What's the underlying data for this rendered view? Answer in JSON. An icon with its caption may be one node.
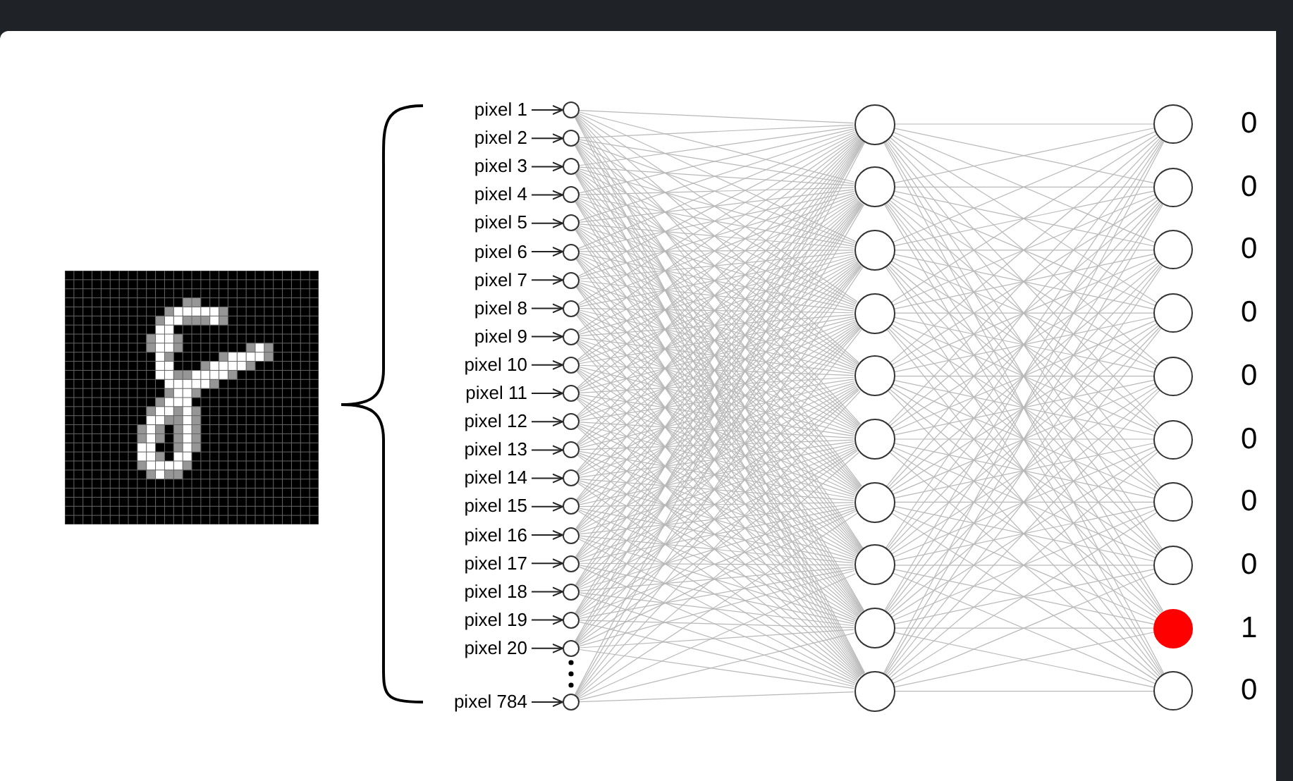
{
  "diagram": {
    "nodes": [
      {
        "text": [
          "pixel 1"
        ]
      },
      {
        "text": [
          "pixel 2"
        ]
      },
      {
        "text": [
          "pixel 3"
        ]
      },
      {
        "text": [
          "pixel 4"
        ]
      },
      {
        "text": [
          "pixel 5"
        ]
      },
      {
        "text": [
          "pixel 6"
        ]
      },
      {
        "text": [
          "pixel 7"
        ]
      },
      {
        "text": [
          "pixel 8"
        ]
      },
      {
        "text": [
          "pixel 9"
        ]
      },
      {
        "text": [
          "pixel 10"
        ]
      },
      {
        "text": [
          "pixel 11"
        ]
      },
      {
        "text": [
          "pixel 12"
        ]
      },
      {
        "text": [
          "pixel 13"
        ]
      },
      {
        "text": [
          "pixel 14"
        ]
      },
      {
        "text": [
          "pixel 15"
        ]
      },
      {
        "text": [
          "pixel 16"
        ]
      },
      {
        "text": [
          "pixel 17"
        ]
      },
      {
        "text": [
          "pixel 18"
        ]
      },
      {
        "text": [
          "pixel 19"
        ]
      },
      {
        "text": [
          "pixel 20"
        ]
      },
      {
        "text": [
          "pixel 784"
        ]
      },
      {
        "text": [],
        "shape": "circle"
      },
      {
        "text": [],
        "shape": "circle"
      },
      {
        "text": [],
        "shape": "circle"
      },
      {
        "text": [],
        "shape": "circle"
      },
      {
        "text": [],
        "shape": "circle"
      },
      {
        "text": [],
        "shape": "circle"
      },
      {
        "text": [],
        "shape": "circle"
      },
      {
        "text": [],
        "shape": "circle"
      },
      {
        "text": [],
        "shape": "circle"
      },
      {
        "text": [],
        "shape": "circle"
      },
      {
        "text": [],
        "shape": "circle"
      },
      {
        "text": [],
        "shape": "circle"
      },
      {
        "text": [],
        "shape": "circle"
      },
      {
        "text": [],
        "shape": "circle"
      },
      {
        "text": [],
        "shape": "circle"
      },
      {
        "text": [],
        "shape": "circle"
      },
      {
        "text": [],
        "shape": "circle"
      },
      {
        "text": [],
        "shape": "circle"
      },
      {
        "text": [],
        "shape": "circle"
      },
      {
        "text": [],
        "shape": "circle"
      },
      {
        "text": [],
        "shape": "circle"
      },
      {
        "text": [],
        "shape": "circle"
      },
      {
        "text": [],
        "shape": "circle"
      },
      {
        "text": [],
        "shape": "circle"
      },
      {
        "text": [],
        "shape": "circle"
      },
      {
        "text": [],
        "shape": "circle"
      },
      {
        "text": [],
        "shape": "circle"
      },
      {
        "text": [],
        "shape": "circle"
      },
      {
        "text": [],
        "shape": "circle"
      },
      {
        "text": [],
        "shape": "circle"
      },
      {
        "text": [],
        "shape": "circle"
      },
      {
        "text": [],
        "shape": "circle",
        "beside": [
          "0"
        ]
      },
      {
        "text": [],
        "shape": "circle",
        "beside": [
          "0"
        ]
      },
      {
        "text": [],
        "shape": "circle",
        "beside": [
          "0"
        ]
      },
      {
        "text": [],
        "shape": "circle",
        "beside": [
          "0"
        ]
      },
      {
        "text": [],
        "shape": "circle",
        "beside": [
          "0"
        ]
      },
      {
        "text": [],
        "shape": "circle",
        "beside": [
          "0"
        ]
      },
      {
        "text": [],
        "shape": "circle",
        "beside": [
          "0"
        ]
      },
      {
        "text": [],
        "shape": "circle",
        "beside": [
          "0"
        ]
      },
      {
        "text": [],
        "shape": "circle",
        "beside": [
          "1"
        ]
      },
      {
        "text": [],
        "shape": "circle",
        "beside": [
          "0"
        ]
      }
    ],
    "edges": [
      {
        "from": 0,
        "to": 21,
        "arrow": "to",
        "color": "#222222"
      },
      {
        "from": 1,
        "to": 22,
        "arrow": "to",
        "color": "#222222"
      },
      {
        "from": 2,
        "to": 23,
        "arrow": "to",
        "color": "#222222"
      },
      {
        "from": 3,
        "to": 24,
        "arrow": "to",
        "color": "#222222"
      },
      {
        "from": 4,
        "to": 25,
        "arrow": "to",
        "color": "#222222"
      },
      {
        "from": 5,
        "to": 26,
        "arrow": "to",
        "color": "#222222"
      },
      {
        "from": 6,
        "to": 27,
        "arrow": "to",
        "color": "#222222"
      },
      {
        "from": 7,
        "to": 28,
        "arrow": "to",
        "color": "#222222"
      },
      {
        "from": 8,
        "to": 29,
        "arrow": "to",
        "color": "#222222"
      },
      {
        "from": 9,
        "to": 30,
        "arrow": "to",
        "color": "#222222"
      },
      {
        "from": 10,
        "to": 31,
        "arrow": "to",
        "color": "#222222"
      },
      {
        "from": 11,
        "to": 32,
        "arrow": "to",
        "color": "#222222"
      },
      {
        "from": 12,
        "to": 33,
        "arrow": "to",
        "color": "#222222"
      },
      {
        "from": 13,
        "to": 34,
        "arrow": "to",
        "color": "#222222"
      },
      {
        "from": 14,
        "to": 35,
        "arrow": "to",
        "color": "#222222"
      },
      {
        "from": 15,
        "to": 36,
        "arrow": "to",
        "color": "#222222"
      },
      {
        "from": 16,
        "to": 37,
        "arrow": "to",
        "color": "#222222"
      },
      {
        "from": 17,
        "to": 38,
        "arrow": "to",
        "color": "#222222"
      },
      {
        "from": 18,
        "to": 39,
        "arrow": "to",
        "color": "#222222"
      },
      {
        "from": 19,
        "to": 40,
        "arrow": "to",
        "color": "#222222"
      },
      {
        "from": 20,
        "to": 41,
        "arrow": "to",
        "color": "#222222"
      },
      {
        "from": 21,
        "to": 42,
        "arrow": "none"
      },
      {
        "from": 21,
        "to": 43,
        "arrow": "none"
      },
      {
        "from": 21,
        "to": 44,
        "arrow": "none"
      },
      {
        "from": 21,
        "to": 45,
        "arrow": "none"
      },
      {
        "from": 21,
        "to": 46,
        "arrow": "none"
      },
      {
        "from": 21,
        "to": 47,
        "arrow": "none"
      },
      {
        "from": 21,
        "to": 48,
        "arrow": "none"
      },
      {
        "from": 21,
        "to": 49,
        "arrow": "none"
      },
      {
        "from": 21,
        "to": 50,
        "arrow": "none"
      },
      {
        "from": 21,
        "to": 51,
        "arrow": "none"
      },
      {
        "from": 22,
        "to": 42,
        "arrow": "none"
      },
      {
        "from": 22,
        "to": 43,
        "arrow": "none"
      },
      {
        "from": 22,
        "to": 44,
        "arrow": "none"
      },
      {
        "from": 22,
        "to": 45,
        "arrow": "none"
      },
      {
        "from": 22,
        "to": 46,
        "arrow": "none"
      },
      {
        "from": 22,
        "to": 47,
        "arrow": "none"
      },
      {
        "from": 22,
        "to": 48,
        "arrow": "none"
      },
      {
        "from": 22,
        "to": 49,
        "arrow": "none"
      },
      {
        "from": 22,
        "to": 50,
        "arrow": "none"
      },
      {
        "from": 22,
        "to": 51,
        "arrow": "none"
      },
      {
        "from": 23,
        "to": 42,
        "arrow": "none"
      },
      {
        "from": 23,
        "to": 43,
        "arrow": "none"
      },
      {
        "from": 23,
        "to": 44,
        "arrow": "none"
      },
      {
        "from": 23,
        "to": 45,
        "arrow": "none"
      },
      {
        "from": 23,
        "to": 46,
        "arrow": "none"
      },
      {
        "from": 23,
        "to": 47,
        "arrow": "none"
      },
      {
        "from": 23,
        "to": 48,
        "arrow": "none"
      },
      {
        "from": 23,
        "to": 49,
        "arrow": "none"
      },
      {
        "from": 23,
        "to": 50,
        "arrow": "none"
      },
      {
        "from": 23,
        "to": 51,
        "arrow": "none"
      },
      {
        "from": 24,
        "to": 42,
        "arrow": "none"
      },
      {
        "from": 24,
        "to": 43,
        "arrow": "none"
      },
      {
        "from": 24,
        "to": 44,
        "arrow": "none"
      },
      {
        "from": 24,
        "to": 45,
        "arrow": "none"
      },
      {
        "from": 24,
        "to": 46,
        "arrow": "none"
      },
      {
        "from": 24,
        "to": 47,
        "arrow": "none"
      },
      {
        "from": 24,
        "to": 48,
        "arrow": "none"
      },
      {
        "from": 24,
        "to": 49,
        "arrow": "none"
      },
      {
        "from": 24,
        "to": 50,
        "arrow": "none"
      },
      {
        "from": 24,
        "to": 51,
        "arrow": "none"
      },
      {
        "from": 25,
        "to": 42,
        "arrow": "none"
      },
      {
        "from": 25,
        "to": 43,
        "arrow": "none"
      },
      {
        "from": 25,
        "to": 44,
        "arrow": "none"
      },
      {
        "from": 25,
        "to": 45,
        "arrow": "none"
      },
      {
        "from": 25,
        "to": 46,
        "arrow": "none"
      },
      {
        "from": 25,
        "to": 47,
        "arrow": "none"
      },
      {
        "from": 25,
        "to": 48,
        "arrow": "none"
      },
      {
        "from": 25,
        "to": 49,
        "arrow": "none"
      },
      {
        "from": 25,
        "to": 50,
        "arrow": "none"
      },
      {
        "from": 25,
        "to": 51,
        "arrow": "none"
      },
      {
        "from": 26,
        "to": 42,
        "arrow": "none"
      },
      {
        "from": 26,
        "to": 43,
        "arrow": "none"
      },
      {
        "from": 26,
        "to": 44,
        "arrow": "none"
      },
      {
        "from": 26,
        "to": 45,
        "arrow": "none"
      },
      {
        "from": 26,
        "to": 46,
        "arrow": "none"
      },
      {
        "from": 26,
        "to": 47,
        "arrow": "none"
      },
      {
        "from": 26,
        "to": 48,
        "arrow": "none"
      },
      {
        "from": 26,
        "to": 49,
        "arrow": "none"
      },
      {
        "from": 26,
        "to": 50,
        "arrow": "none"
      },
      {
        "from": 26,
        "to": 51,
        "arrow": "none"
      },
      {
        "from": 27,
        "to": 42,
        "arrow": "none"
      },
      {
        "from": 27,
        "to": 43,
        "arrow": "none"
      },
      {
        "from": 27,
        "to": 44,
        "arrow": "none"
      },
      {
        "from": 27,
        "to": 45,
        "arrow": "none"
      },
      {
        "from": 27,
        "to": 46,
        "arrow": "none"
      },
      {
        "from": 27,
        "to": 47,
        "arrow": "none"
      },
      {
        "from": 27,
        "to": 48,
        "arrow": "none"
      },
      {
        "from": 27,
        "to": 49,
        "arrow": "none"
      },
      {
        "from": 27,
        "to": 50,
        "arrow": "none"
      },
      {
        "from": 27,
        "to": 51,
        "arrow": "none"
      },
      {
        "from": 28,
        "to": 42,
        "arrow": "none"
      },
      {
        "from": 28,
        "to": 43,
        "arrow": "none"
      },
      {
        "from": 28,
        "to": 44,
        "arrow": "none"
      },
      {
        "from": 28,
        "to": 45,
        "arrow": "none"
      },
      {
        "from": 28,
        "to": 46,
        "arrow": "none"
      },
      {
        "from": 28,
        "to": 47,
        "arrow": "none"
      },
      {
        "from": 28,
        "to": 48,
        "arrow": "none"
      },
      {
        "from": 28,
        "to": 49,
        "arrow": "none"
      },
      {
        "from": 28,
        "to": 50,
        "arrow": "none"
      },
      {
        "from": 28,
        "to": 51,
        "arrow": "none"
      },
      {
        "from": 29,
        "to": 42,
        "arrow": "none"
      },
      {
        "from": 29,
        "to": 43,
        "arrow": "none"
      },
      {
        "from": 29,
        "to": 44,
        "arrow": "none"
      },
      {
        "from": 29,
        "to": 45,
        "arrow": "none"
      },
      {
        "from": 29,
        "to": 46,
        "arrow": "none"
      },
      {
        "from": 29,
        "to": 47,
        "arrow": "none"
      },
      {
        "from": 29,
        "to": 48,
        "arrow": "none"
      },
      {
        "from": 29,
        "to": 49,
        "arrow": "none"
      },
      {
        "from": 29,
        "to": 50,
        "arrow": "none"
      },
      {
        "from": 29,
        "to": 51,
        "arrow": "none"
      },
      {
        "from": 30,
        "to": 42,
        "arrow": "none"
      },
      {
        "from": 30,
        "to": 43,
        "arrow": "none"
      },
      {
        "from": 30,
        "to": 44,
        "arrow": "none"
      },
      {
        "from": 30,
        "to": 45,
        "arrow": "none"
      },
      {
        "from": 30,
        "to": 46,
        "arrow": "none"
      },
      {
        "from": 30,
        "to": 47,
        "arrow": "none"
      },
      {
        "from": 30,
        "to": 48,
        "arrow": "none"
      },
      {
        "from": 30,
        "to": 49,
        "arrow": "none"
      },
      {
        "from": 30,
        "to": 50,
        "arrow": "none"
      },
      {
        "from": 30,
        "to": 51,
        "arrow": "none"
      },
      {
        "from": 31,
        "to": 42,
        "arrow": "none"
      },
      {
        "from": 31,
        "to": 43,
        "arrow": "none"
      },
      {
        "from": 31,
        "to": 44,
        "arrow": "none"
      },
      {
        "from": 31,
        "to": 45,
        "arrow": "none"
      },
      {
        "from": 31,
        "to": 46,
        "arrow": "none"
      },
      {
        "from": 31,
        "to": 47,
        "arrow": "none"
      },
      {
        "from": 31,
        "to": 48,
        "arrow": "none"
      },
      {
        "from": 31,
        "to": 49,
        "arrow": "none"
      },
      {
        "from": 31,
        "to": 50,
        "arrow": "none"
      },
      {
        "from": 31,
        "to": 51,
        "arrow": "none"
      },
      {
        "from": 32,
        "to": 42,
        "arrow": "none"
      },
      {
        "from": 32,
        "to": 43,
        "arrow": "none"
      },
      {
        "from": 32,
        "to": 44,
        "arrow": "none"
      },
      {
        "from": 32,
        "to": 45,
        "arrow": "none"
      },
      {
        "from": 32,
        "to": 46,
        "arrow": "none"
      },
      {
        "from": 32,
        "to": 47,
        "arrow": "none"
      },
      {
        "from": 32,
        "to": 48,
        "arrow": "none"
      },
      {
        "from": 32,
        "to": 49,
        "arrow": "none"
      },
      {
        "from": 32,
        "to": 50,
        "arrow": "none"
      },
      {
        "from": 32,
        "to": 51,
        "arrow": "none"
      },
      {
        "from": 33,
        "to": 42,
        "arrow": "none"
      },
      {
        "from": 33,
        "to": 43,
        "arrow": "none"
      },
      {
        "from": 33,
        "to": 44,
        "arrow": "none"
      },
      {
        "from": 33,
        "to": 45,
        "arrow": "none"
      },
      {
        "from": 33,
        "to": 46,
        "arrow": "none"
      },
      {
        "from": 33,
        "to": 47,
        "arrow": "none"
      },
      {
        "from": 33,
        "to": 48,
        "arrow": "none"
      },
      {
        "from": 33,
        "to": 49,
        "arrow": "none"
      },
      {
        "from": 33,
        "to": 50,
        "arrow": "none"
      },
      {
        "from": 33,
        "to": 51,
        "arrow": "none"
      },
      {
        "from": 34,
        "to": 42,
        "arrow": "none"
      },
      {
        "from": 34,
        "to": 43,
        "arrow": "none"
      },
      {
        "from": 34,
        "to": 44,
        "arrow": "none"
      },
      {
        "from": 34,
        "to": 45,
        "arrow": "none"
      },
      {
        "from": 34,
        "to": 46,
        "arrow": "none"
      },
      {
        "from": 34,
        "to": 47,
        "arrow": "none"
      },
      {
        "from": 34,
        "to": 48,
        "arrow": "none"
      },
      {
        "from": 34,
        "to": 49,
        "arrow": "none"
      },
      {
        "from": 34,
        "to": 50,
        "arrow": "none"
      },
      {
        "from": 34,
        "to": 51,
        "arrow": "none"
      },
      {
        "from": 35,
        "to": 42,
        "arrow": "none"
      },
      {
        "from": 35,
        "to": 43,
        "arrow": "none"
      },
      {
        "from": 35,
        "to": 44,
        "arrow": "none"
      },
      {
        "from": 35,
        "to": 45,
        "arrow": "none"
      },
      {
        "from": 35,
        "to": 46,
        "arrow": "none"
      },
      {
        "from": 35,
        "to": 47,
        "arrow": "none"
      },
      {
        "from": 35,
        "to": 48,
        "arrow": "none"
      },
      {
        "from": 35,
        "to": 49,
        "arrow": "none"
      },
      {
        "from": 35,
        "to": 50,
        "arrow": "none"
      },
      {
        "from": 35,
        "to": 51,
        "arrow": "none"
      },
      {
        "from": 36,
        "to": 42,
        "arrow": "none"
      },
      {
        "from": 36,
        "to": 43,
        "arrow": "none"
      },
      {
        "from": 36,
        "to": 44,
        "arrow": "none"
      },
      {
        "from": 36,
        "to": 45,
        "arrow": "none"
      },
      {
        "from": 36,
        "to": 46,
        "arrow": "none"
      },
      {
        "from": 36,
        "to": 47,
        "arrow": "none"
      },
      {
        "from": 36,
        "to": 48,
        "arrow": "none"
      },
      {
        "from": 36,
        "to": 49,
        "arrow": "none"
      },
      {
        "from": 36,
        "to": 50,
        "arrow": "none"
      },
      {
        "from": 36,
        "to": 51,
        "arrow": "none"
      },
      {
        "from": 37,
        "to": 42,
        "arrow": "none"
      },
      {
        "from": 37,
        "to": 43,
        "arrow": "none"
      },
      {
        "from": 37,
        "to": 44,
        "arrow": "none"
      },
      {
        "from": 37,
        "to": 45,
        "arrow": "none"
      },
      {
        "from": 37,
        "to": 46,
        "arrow": "none"
      },
      {
        "from": 37,
        "to": 47,
        "arrow": "none"
      },
      {
        "from": 37,
        "to": 48,
        "arrow": "none"
      },
      {
        "from": 37,
        "to": 49,
        "arrow": "none"
      },
      {
        "from": 37,
        "to": 50,
        "arrow": "none"
      },
      {
        "from": 37,
        "to": 51,
        "arrow": "none"
      },
      {
        "from": 38,
        "to": 42,
        "arrow": "none"
      },
      {
        "from": 38,
        "to": 43,
        "arrow": "none"
      },
      {
        "from": 38,
        "to": 44,
        "arrow": "none"
      },
      {
        "from": 38,
        "to": 45,
        "arrow": "none"
      },
      {
        "from": 38,
        "to": 46,
        "arrow": "none"
      },
      {
        "from": 38,
        "to": 47,
        "arrow": "none"
      },
      {
        "from": 38,
        "to": 48,
        "arrow": "none"
      },
      {
        "from": 38,
        "to": 49,
        "arrow": "none"
      },
      {
        "from": 38,
        "to": 50,
        "arrow": "none"
      },
      {
        "from": 38,
        "to": 51,
        "arrow": "none"
      },
      {
        "from": 39,
        "to": 42,
        "arrow": "none"
      },
      {
        "from": 39,
        "to": 43,
        "arrow": "none"
      },
      {
        "from": 39,
        "to": 44,
        "arrow": "none"
      },
      {
        "from": 39,
        "to": 45,
        "arrow": "none"
      },
      {
        "from": 39,
        "to": 46,
        "arrow": "none"
      },
      {
        "from": 39,
        "to": 47,
        "arrow": "none"
      },
      {
        "from": 39,
        "to": 48,
        "arrow": "none"
      },
      {
        "from": 39,
        "to": 49,
        "arrow": "none"
      },
      {
        "from": 39,
        "to": 50,
        "arrow": "none"
      },
      {
        "from": 39,
        "to": 51,
        "arrow": "none"
      },
      {
        "from": 40,
        "to": 42,
        "arrow": "none"
      },
      {
        "from": 40,
        "to": 43,
        "arrow": "none"
      },
      {
        "from": 40,
        "to": 44,
        "arrow": "none"
      },
      {
        "from": 40,
        "to": 45,
        "arrow": "none"
      },
      {
        "from": 40,
        "to": 46,
        "arrow": "none"
      },
      {
        "from": 40,
        "to": 47,
        "arrow": "none"
      },
      {
        "from": 40,
        "to": 48,
        "arrow": "none"
      },
      {
        "from": 40,
        "to": 49,
        "arrow": "none"
      },
      {
        "from": 40,
        "to": 50,
        "arrow": "none"
      },
      {
        "from": 40,
        "to": 51,
        "arrow": "none"
      },
      {
        "from": 41,
        "to": 42,
        "arrow": "none"
      },
      {
        "from": 41,
        "to": 43,
        "arrow": "none"
      },
      {
        "from": 41,
        "to": 44,
        "arrow": "none"
      },
      {
        "from": 41,
        "to": 45,
        "arrow": "none"
      },
      {
        "from": 41,
        "to": 46,
        "arrow": "none"
      },
      {
        "from": 41,
        "to": 47,
        "arrow": "none"
      },
      {
        "from": 41,
        "to": 48,
        "arrow": "none"
      },
      {
        "from": 41,
        "to": 49,
        "arrow": "none"
      },
      {
        "from": 41,
        "to": 50,
        "arrow": "none"
      },
      {
        "from": 41,
        "to": 51,
        "arrow": "none"
      },
      {
        "from": 42,
        "to": 52,
        "arrow": "none"
      },
      {
        "from": 42,
        "to": 53,
        "arrow": "none"
      },
      {
        "from": 42,
        "to": 54,
        "arrow": "none"
      },
      {
        "from": 42,
        "to": 55,
        "arrow": "none"
      },
      {
        "from": 42,
        "to": 56,
        "arrow": "none"
      },
      {
        "from": 42,
        "to": 57,
        "arrow": "none"
      },
      {
        "from": 42,
        "to": 58,
        "arrow": "none"
      },
      {
        "from": 42,
        "to": 59,
        "arrow": "none"
      },
      {
        "from": 42,
        "to": 60,
        "arrow": "none"
      },
      {
        "from": 42,
        "to": 61,
        "arrow": "none"
      },
      {
        "from": 43,
        "to": 52,
        "arrow": "none"
      },
      {
        "from": 43,
        "to": 53,
        "arrow": "none"
      },
      {
        "from": 43,
        "to": 54,
        "arrow": "none"
      },
      {
        "from": 43,
        "to": 55,
        "arrow": "none"
      },
      {
        "from": 43,
        "to": 56,
        "arrow": "none"
      },
      {
        "from": 43,
        "to": 57,
        "arrow": "none"
      },
      {
        "from": 43,
        "to": 58,
        "arrow": "none"
      },
      {
        "from": 43,
        "to": 59,
        "arrow": "none"
      },
      {
        "from": 43,
        "to": 60,
        "arrow": "none"
      },
      {
        "from": 43,
        "to": 61,
        "arrow": "none"
      },
      {
        "from": 44,
        "to": 52,
        "arrow": "none"
      },
      {
        "from": 44,
        "to": 53,
        "arrow": "none"
      },
      {
        "from": 44,
        "to": 54,
        "arrow": "none"
      },
      {
        "from": 44,
        "to": 55,
        "arrow": "none"
      },
      {
        "from": 44,
        "to": 56,
        "arrow": "none"
      },
      {
        "from": 44,
        "to": 57,
        "arrow": "none"
      },
      {
        "from": 44,
        "to": 58,
        "arrow": "none"
      },
      {
        "from": 44,
        "to": 59,
        "arrow": "none"
      },
      {
        "from": 44,
        "to": 60,
        "arrow": "none"
      },
      {
        "from": 44,
        "to": 61,
        "arrow": "none"
      },
      {
        "from": 45,
        "to": 52,
        "arrow": "none"
      },
      {
        "from": 45,
        "to": 53,
        "arrow": "none"
      },
      {
        "from": 45,
        "to": 54,
        "arrow": "none"
      },
      {
        "from": 45,
        "to": 55,
        "arrow": "none"
      },
      {
        "from": 45,
        "to": 56,
        "arrow": "none"
      },
      {
        "from": 45,
        "to": 57,
        "arrow": "none"
      },
      {
        "from": 45,
        "to": 58,
        "arrow": "none"
      },
      {
        "from": 45,
        "to": 59,
        "arrow": "none"
      },
      {
        "from": 45,
        "to": 60,
        "arrow": "none"
      },
      {
        "from": 45,
        "to": 61,
        "arrow": "none"
      },
      {
        "from": 46,
        "to": 52,
        "arrow": "none"
      },
      {
        "from": 46,
        "to": 53,
        "arrow": "none"
      },
      {
        "from": 46,
        "to": 54,
        "arrow": "none"
      },
      {
        "from": 46,
        "to": 55,
        "arrow": "none"
      },
      {
        "from": 46,
        "to": 56,
        "arrow": "none"
      },
      {
        "from": 46,
        "to": 57,
        "arrow": "none"
      },
      {
        "from": 46,
        "to": 58,
        "arrow": "none"
      },
      {
        "from": 46,
        "to": 59,
        "arrow": "none"
      },
      {
        "from": 46,
        "to": 60,
        "arrow": "none"
      },
      {
        "from": 46,
        "to": 61,
        "arrow": "none"
      },
      {
        "from": 47,
        "to": 52,
        "arrow": "none"
      },
      {
        "from": 47,
        "to": 53,
        "arrow": "none"
      },
      {
        "from": 47,
        "to": 54,
        "arrow": "none"
      },
      {
        "from": 47,
        "to": 55,
        "arrow": "none"
      },
      {
        "from": 47,
        "to": 56,
        "arrow": "none"
      },
      {
        "from": 47,
        "to": 57,
        "arrow": "none"
      },
      {
        "from": 47,
        "to": 58,
        "arrow": "none"
      },
      {
        "from": 47,
        "to": 59,
        "arrow": "none"
      },
      {
        "from": 47,
        "to": 60,
        "arrow": "none"
      },
      {
        "from": 47,
        "to": 61,
        "arrow": "none"
      },
      {
        "from": 48,
        "to": 52,
        "arrow": "none"
      },
      {
        "from": 48,
        "to": 53,
        "arrow": "none"
      },
      {
        "from": 48,
        "to": 54,
        "arrow": "none"
      },
      {
        "from": 48,
        "to": 55,
        "arrow": "none"
      },
      {
        "from": 48,
        "to": 56,
        "arrow": "none"
      },
      {
        "from": 48,
        "to": 57,
        "arrow": "none"
      },
      {
        "from": 48,
        "to": 58,
        "arrow": "none"
      },
      {
        "from": 48,
        "to": 59,
        "arrow": "none"
      },
      {
        "from": 48,
        "to": 60,
        "arrow": "none"
      },
      {
        "from": 48,
        "to": 61,
        "arrow": "none"
      },
      {
        "from": 49,
        "to": 52,
        "arrow": "none"
      },
      {
        "from": 49,
        "to": 53,
        "arrow": "none"
      },
      {
        "from": 49,
        "to": 54,
        "arrow": "none"
      },
      {
        "from": 49,
        "to": 55,
        "arrow": "none"
      },
      {
        "from": 49,
        "to": 56,
        "arrow": "none"
      },
      {
        "from": 49,
        "to": 57,
        "arrow": "none"
      },
      {
        "from": 49,
        "to": 58,
        "arrow": "none"
      },
      {
        "from": 49,
        "to": 59,
        "arrow": "none"
      },
      {
        "from": 49,
        "to": 60,
        "arrow": "none"
      },
      {
        "from": 49,
        "to": 61,
        "arrow": "none"
      },
      {
        "from": 50,
        "to": 52,
        "arrow": "none"
      },
      {
        "from": 50,
        "to": 53,
        "arrow": "none"
      },
      {
        "from": 50,
        "to": 54,
        "arrow": "none"
      },
      {
        "from": 50,
        "to": 55,
        "arrow": "none"
      },
      {
        "from": 50,
        "to": 56,
        "arrow": "none"
      },
      {
        "from": 50,
        "to": 57,
        "arrow": "none"
      },
      {
        "from": 50,
        "to": 58,
        "arrow": "none"
      },
      {
        "from": 50,
        "to": 59,
        "arrow": "none"
      },
      {
        "from": 50,
        "to": 60,
        "arrow": "none"
      },
      {
        "from": 50,
        "to": 61,
        "arrow": "none"
      },
      {
        "from": 51,
        "to": 52,
        "arrow": "none"
      },
      {
        "from": 51,
        "to": 53,
        "arrow": "none"
      },
      {
        "from": 51,
        "to": 54,
        "arrow": "none"
      },
      {
        "from": 51,
        "to": 55,
        "arrow": "none"
      },
      {
        "from": 51,
        "to": 56,
        "arrow": "none"
      },
      {
        "from": 51,
        "to": 57,
        "arrow": "none"
      },
      {
        "from": 51,
        "to": 58,
        "arrow": "none"
      },
      {
        "from": 51,
        "to": 59,
        "arrow": "none"
      },
      {
        "from": 51,
        "to": 60,
        "arrow": "none"
      },
      {
        "from": 51,
        "to": 61,
        "arrow": "none"
      }
    ]
  }
}
